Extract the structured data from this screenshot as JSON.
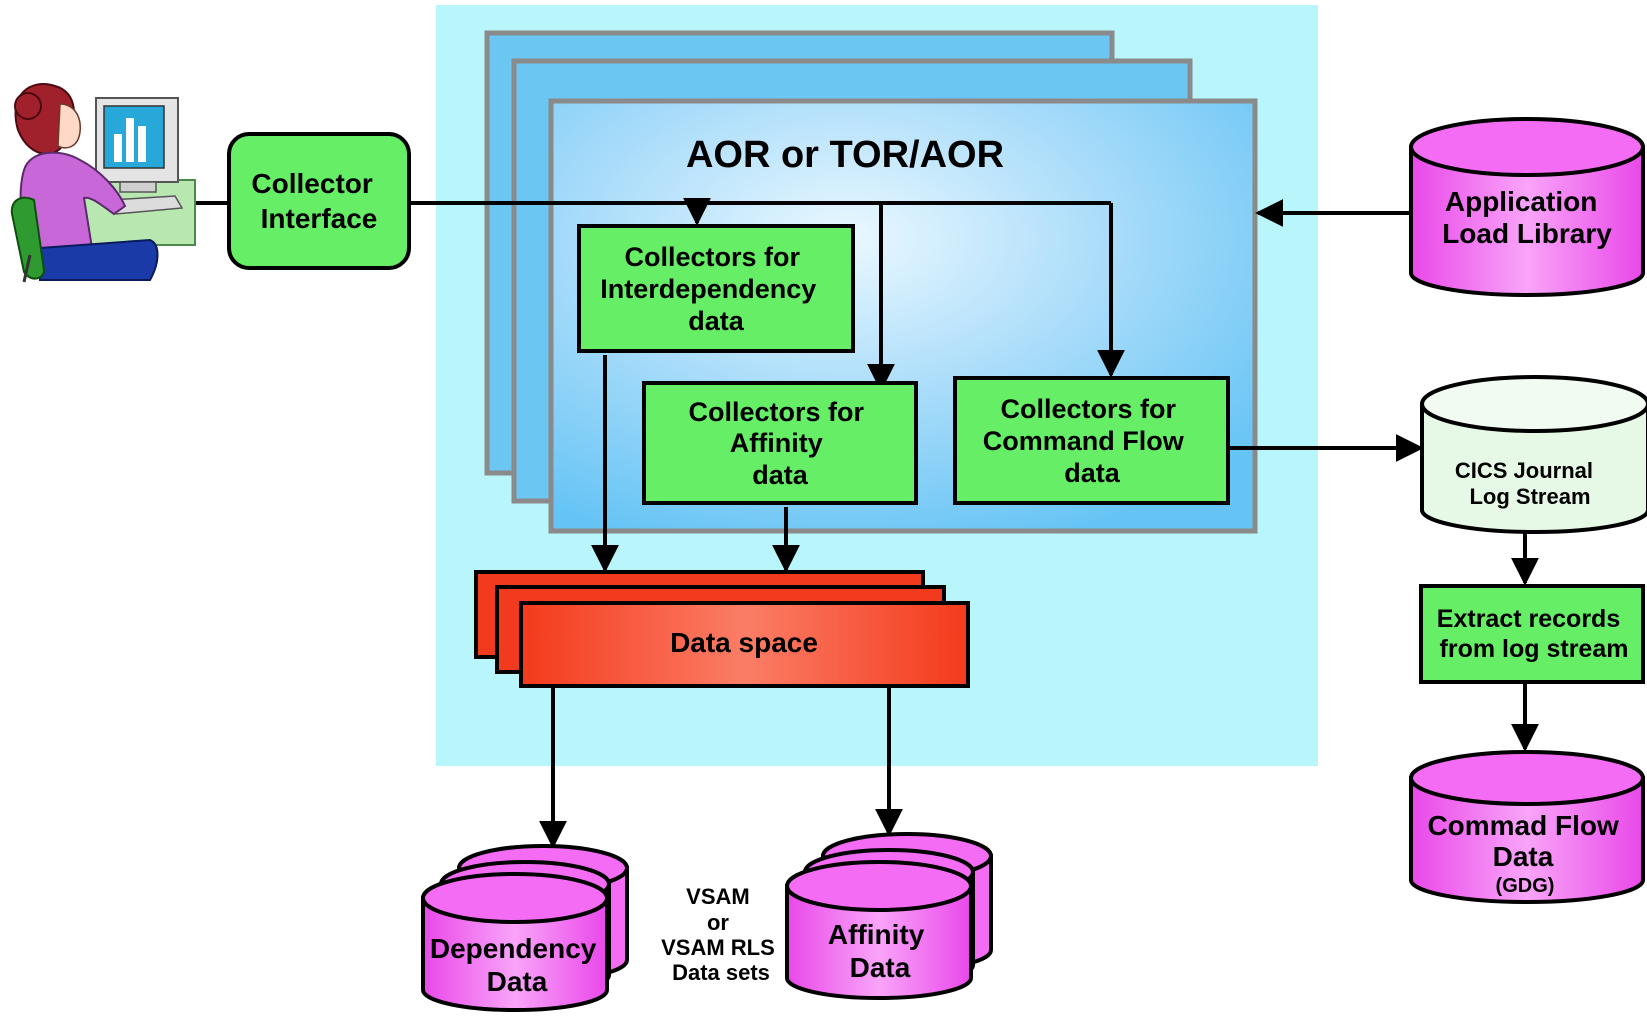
{
  "title": "AOR or TOR/AOR",
  "collector_interface": [
    "Collector",
    "Interface"
  ],
  "collectors_interdependency": [
    "Collectors for",
    "Interdependency",
    "data"
  ],
  "collectors_affinity": [
    "Collectors for",
    "Affinity",
    "data"
  ],
  "collectors_command_flow": [
    "Collectors for",
    "Command Flow",
    "data"
  ],
  "data_space": "Data space",
  "application_load_library": [
    "Application",
    "Load Library"
  ],
  "cics_journal": [
    "CICS Journal",
    "Log Stream"
  ],
  "extract_records": [
    "Extract records",
    "from log stream"
  ],
  "command_flow_data": [
    "Commad Flow",
    "Data",
    "(GDG)"
  ],
  "dependency_data": [
    "Dependency",
    "Data"
  ],
  "affinity_data": [
    "Affinity",
    "Data"
  ],
  "vsam_note": [
    "VSAM",
    "or",
    "VSAM RLS",
    "Data sets"
  ],
  "colors": {
    "region_bg": "#b8f6fb",
    "aor_panel": "#66c8f5",
    "green_box": "#66ee66",
    "pink_cylinder": "#f36cf3",
    "pale_cylinder": "#e3f8e3",
    "red_box": "#f23a1e"
  }
}
